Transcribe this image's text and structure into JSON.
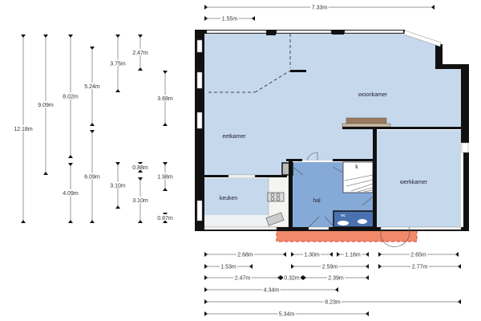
{
  "floor_plan": {
    "rooms": {
      "living": "woonkamer",
      "dining": "eetkamer",
      "kitchen": "keuken",
      "hall": "hal",
      "study": "werkkamer",
      "closet": "k",
      "toilet": "wc"
    },
    "top_dimensions": [
      "7.33m",
      "1.55m"
    ],
    "left_dimensions": [
      "12.18m",
      "9.09m",
      "8.02m",
      "4.09m",
      "5.24m",
      "6.09m",
      "3.75m",
      "3.10m",
      "2.47m",
      "0.88m",
      "3.10m",
      "3.68m",
      "1.98m",
      "0.87m"
    ],
    "bottom_dimensions": [
      "2.68m",
      "1.30m",
      "1.18m",
      "2.65m",
      "1.53m",
      "2.59m",
      "2.77m",
      "2.47m",
      "0.32m",
      "2.39m",
      "4.34m",
      "8.23m",
      "5.34m"
    ],
    "colors": {
      "room_fill": "#c6d8ec",
      "hall_fill": "#86aad8",
      "wall": "#111111",
      "terrace": "#f2896b",
      "fireplace": "#9a7a60"
    }
  }
}
